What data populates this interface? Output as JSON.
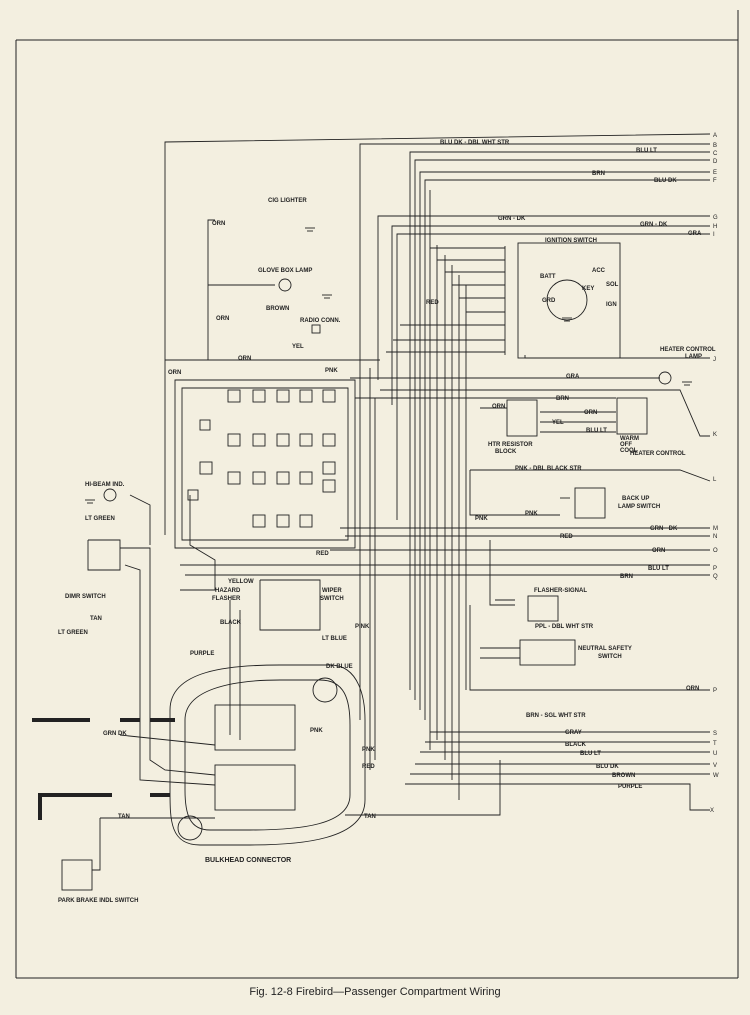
{
  "caption": "Fig. 12-8 Firebird—Passenger Compartment Wiring",
  "colors": {
    "paper": "#f3efe0",
    "ink": "#222222"
  },
  "terminals": [
    "A",
    "B",
    "C",
    "D",
    "E",
    "F",
    "G",
    "H",
    "I",
    "J",
    "K",
    "L",
    "M",
    "N",
    "O",
    "P",
    "Q",
    "P",
    "S",
    "T",
    "U",
    "V",
    "W",
    "X"
  ],
  "labels": {
    "cig_lighter": "CIG LIGHTER",
    "glove_box_lamp": "GLOVE BOX LAMP",
    "radio_conn": "RADIO CONN.",
    "ignition_switch": "IGNITION SWITCH",
    "heater_control_lamp_1": "HEATER CONTROL",
    "heater_control_lamp_2": "LAMP",
    "htr_resistor_1": "HTR RESISTOR",
    "htr_resistor_2": "BLOCK",
    "heater_control": "HEATER CONTROL",
    "back_up_1": "BACK UP",
    "back_up_2": "LAMP SWITCH",
    "hi_beam": "HI-BEAM IND.",
    "dimr_switch": "DIMR SWITCH",
    "hazard_1": "HAZARD",
    "hazard_2": "FLASHER",
    "wiper_1": "WIPER",
    "wiper_2": "SWITCH",
    "flasher_signal": "FLASHER-SIGNAL",
    "neutral_1": "NEUTRAL SAFETY",
    "neutral_2": "SWITCH",
    "bulkhead": "BULKHEAD CONNECTOR",
    "parking_brake": "PARK BRAKE INDL SWITCH",
    "ign_batt": "BATT",
    "ign_acc": "ACC",
    "ign_sol": "SOL",
    "ign_key": "KEY",
    "ign_grd": "GRD",
    "ign_ign": "IGN",
    "heater_warm": "WARM",
    "heater_off": "OFF",
    "heater_cool": "COOL"
  },
  "wires": {
    "blu_dk_dbl_wht_str": "BLU DK - DBL WHT STR",
    "blu_lt_1": "BLU LT",
    "brn_1": "BRN",
    "blu_dk_1": "BLU DK",
    "grn_dk_1": "GRN - DK",
    "grn_dk_2": "GRN - DK",
    "gra_1": "GRA",
    "orn_lighter": "ORN",
    "orn_vert": "ORN",
    "orn_mid": "ORN",
    "orn_left": "ORN",
    "brown": "BROWN",
    "yel": "YEL",
    "red_vert": "RED",
    "pnk_top": "PNK",
    "gra_2": "GRA",
    "brn_2": "BRN",
    "orn_htr": "ORN",
    "orn_htr2": "ORN",
    "yel_htr": "YEL",
    "blu_lt_htr": "BLU LT",
    "pnk_dbl_black": "PNK - DBL BLACK STR",
    "pnk_backup": "PNK",
    "pnk_mid": "PNK",
    "grn_dk_m": "GRN - DK",
    "red_n": "RED",
    "red_mid": "RED",
    "orn_o": "ORN",
    "blu_lt_p": "BLU LT",
    "brn_q": "BRN",
    "lt_green_top": "LT GREEN",
    "yellow": "YELLOW",
    "tan": "TAN",
    "lt_green": "LT GREEN",
    "black": "BLACK",
    "lt_blue": "LT BLUE",
    "pink": "PINK",
    "dk_blue": "DK BLUE",
    "purple": "PURPLE",
    "ppl_dbl_wht": "PPL - DBL WHT STR",
    "orn_p2": "ORN",
    "brn_sgl_wht": "BRN - SGL WHT STR",
    "grn_dk_left": "GRN DK",
    "pnk_bh": "PNK",
    "gray": "GRAY",
    "black_s": "BLACK",
    "pnk_lower": "PNK",
    "blu_lt_u": "BLU LT",
    "red_lower": "RED",
    "blu_dk_v": "BLU DK",
    "brown_w": "BROWN",
    "purple_w": "PURPLE",
    "tan_lower": "TAN",
    "tan_bottom": "TAN"
  }
}
